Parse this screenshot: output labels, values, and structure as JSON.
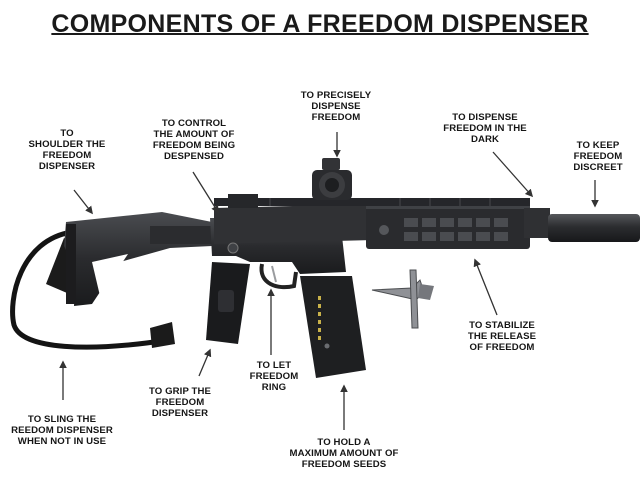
{
  "title": "COMPONENTS OF A FREEDOM DISPENSER",
  "labels": {
    "stock": "TO\nSHOULDER THE\nFREEDOM\nDISPENSER",
    "selector": "TO CONTROL\nTHE AMOUNT OF\nFREEDOM BEING\nDESPENSED",
    "optic": "TO PRECISELY\nDISPENSE\nFREEDOM",
    "light": "TO DISPENSE\nFREEDOM IN THE\nDARK",
    "suppressor": "TO KEEP\nFREEDOM\nDISCREET",
    "sling": "TO SLING THE\nREEDOM DISPENSER\nWHEN NOT IN USE",
    "grip": "TO GRIP THE\nFREEDOM\nDISPENSER",
    "trigger_guard": "TO LET\nFREEDOM\nRING",
    "magazine": "TO HOLD A\nMAXIMUM AMOUNT OF\nFREEDOM SEEDS",
    "bipod": "TO STABILIZE\nTHE RELEASE\nOF FREEDOM"
  }
}
